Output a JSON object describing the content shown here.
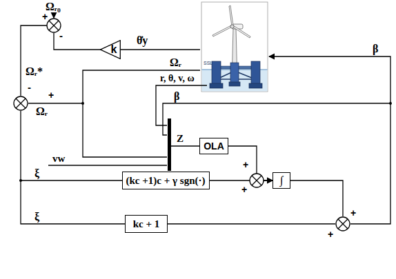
{
  "diagram": {
    "nodes": [
      {
        "text": [
          "k"
        ]
      },
      {
        "text": [
          "OLA"
        ]
      },
      {
        "text": [
          "(kc +1)c + γ sgn(·)"
        ]
      },
      {
        "text": [
          "∫"
        ]
      },
      {
        "text": [
          "kc + 1"
        ]
      }
    ],
    "edges": [
      {
        "from": 1,
        "to": 3,
        "arrow": "to"
      },
      {
        "from": 2,
        "to": 3,
        "arrow": "to"
      }
    ],
    "labels": [
      "Ωᵣ₀",
      "+",
      "-",
      "θ̇y",
      "Ωᵣ*",
      "-",
      "+",
      "Ωᵣ",
      "Ωᵣ",
      "r, θ, v, ω",
      "β",
      "β",
      "Z",
      "vw",
      "ξ",
      "ξ",
      "+",
      "+",
      "+",
      "+",
      "SSL"
    ]
  }
}
